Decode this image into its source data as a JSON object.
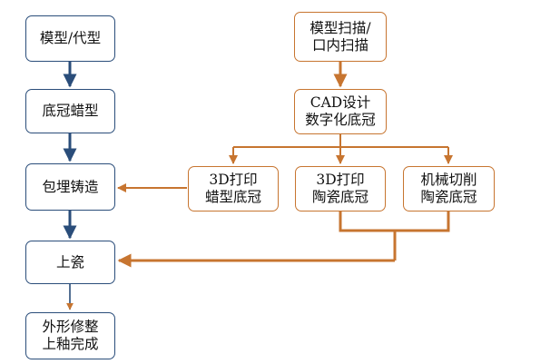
{
  "colors": {
    "left_flow": "#2a4d7a",
    "right_flow": "#c77530",
    "text": "#111111"
  },
  "left_column": [
    {
      "id": "mold",
      "label": "模型/代型"
    },
    {
      "id": "wax",
      "label": "底冠蜡型"
    },
    {
      "id": "cast",
      "label": "包埋铸造"
    },
    {
      "id": "porcelain",
      "label": "上瓷"
    },
    {
      "id": "finish",
      "label": "外形修整\n上釉完成"
    }
  ],
  "right_column": {
    "scan": "模型扫描/\n口内扫描",
    "cad": "CAD设计\n数字化底冠",
    "print_wax": "3D打印\n蜡型底冠",
    "print_ceramic": "3D打印\n陶瓷底冠",
    "milling": "机械切削\n陶瓷底冠"
  }
}
